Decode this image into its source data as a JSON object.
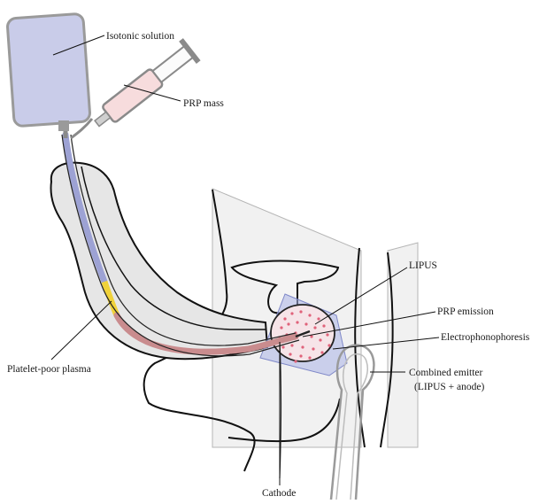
{
  "labels": {
    "isotonic_solution": "Isotonic solution",
    "prp_mass": "PRP mass",
    "platelet_poor_plasma": "Platelet-poor plasma",
    "lipus": "LIPUS",
    "prp_emission": "PRP emission",
    "electrophonophoresis": "Electrophonophoresis",
    "combined_emitter_line1": "Combined emitter",
    "combined_emitter_line2": "(LIPUS + anode)",
    "cathode": "Cathode"
  },
  "colors": {
    "bag_fill": "#c9cce9",
    "bag_stroke": "#9a9a9a",
    "syringe_fill": "#f7dcdd",
    "tissue_fill": "#e6e6e6",
    "panel_fill": "#f1f1f1",
    "outline": "#111111",
    "catheter_blue": "#9da2d4",
    "catheter_red": "#c98c8e",
    "yellow_band": "#f0d23a",
    "field_blue": "#aab2e6",
    "dots_pink": "#e0627a",
    "probe_grey": "#9a9a9a"
  }
}
